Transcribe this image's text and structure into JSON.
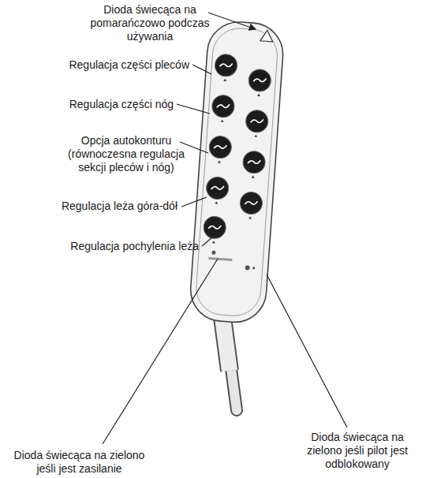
{
  "diagram": {
    "labels": [
      "Dioda świecąca na pomarańczowo podczas używania",
      "Regulacja części pleców",
      "Regulacja części nóg",
      "Opcja autokonturu (równoczesna regulacja sekcji pleców i nóg)",
      "Regulacja leża góra-dół",
      "Regulacja pochylenia leża",
      "Dioda świecąca na zielono jeśli pilot jest odblokowany",
      "Dioda świecąca na zielono jeśli jest zasilanie"
    ]
  }
}
